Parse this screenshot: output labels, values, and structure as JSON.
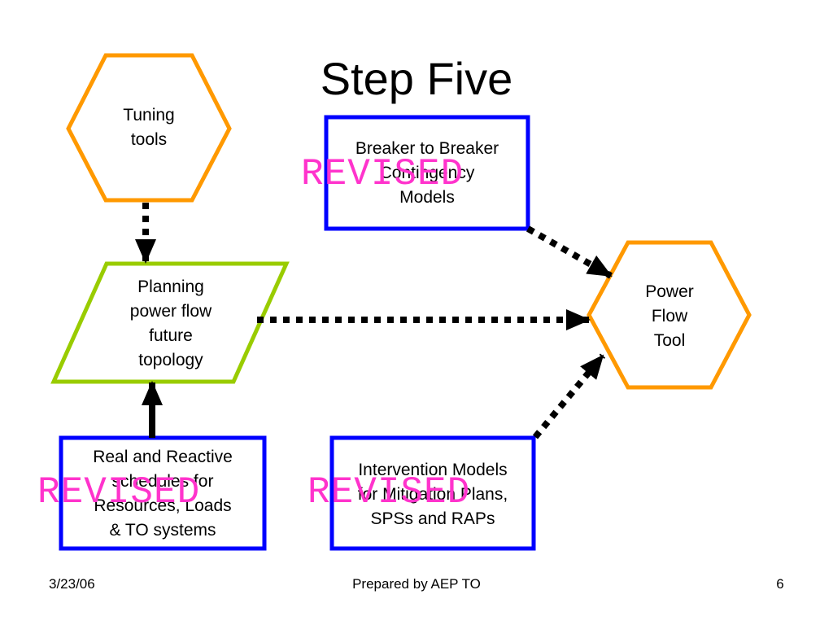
{
  "slide": {
    "title": "Step Five",
    "footer": {
      "date": "3/23/06",
      "center": "Prepared by AEP TO",
      "page": "6"
    }
  },
  "nodes": {
    "tuning_tools": {
      "lines": [
        "Tuning",
        "tools"
      ],
      "shape": "hexagon",
      "color": "#ff9900"
    },
    "planning": {
      "lines": [
        "Planning",
        "power flow",
        "future",
        "topology"
      ],
      "shape": "parallelogram",
      "color": "#99cc00"
    },
    "breaker": {
      "lines": [
        "Breaker to Breaker",
        "Contingency",
        "Models"
      ],
      "shape": "rectangle",
      "color": "#0000ff"
    },
    "power_flow_tool": {
      "lines": [
        "Power",
        "Flow",
        "Tool"
      ],
      "shape": "hexagon",
      "color": "#ff9900"
    },
    "schedules": {
      "lines": [
        "Real and Reactive",
        "schedules for",
        "Resources, Loads",
        "& TO systems"
      ],
      "shape": "rectangle",
      "color": "#0000ff"
    },
    "intervention": {
      "lines": [
        "Intervention Models",
        "for Mitigation Plans,",
        "SPSs and RAPs"
      ],
      "shape": "rectangle",
      "color": "#0000ff"
    }
  },
  "stamps": {
    "text": "REVISED",
    "color": "#ff33cc"
  },
  "connectors": [
    {
      "from": "tuning_tools",
      "to": "planning",
      "style": "dotted"
    },
    {
      "from": "schedules",
      "to": "planning",
      "style": "solid"
    },
    {
      "from": "planning",
      "to": "power_flow_tool",
      "style": "dotted"
    },
    {
      "from": "breaker",
      "to": "power_flow_tool",
      "style": "dotted"
    },
    {
      "from": "intervention",
      "to": "power_flow_tool",
      "style": "dotted"
    }
  ]
}
